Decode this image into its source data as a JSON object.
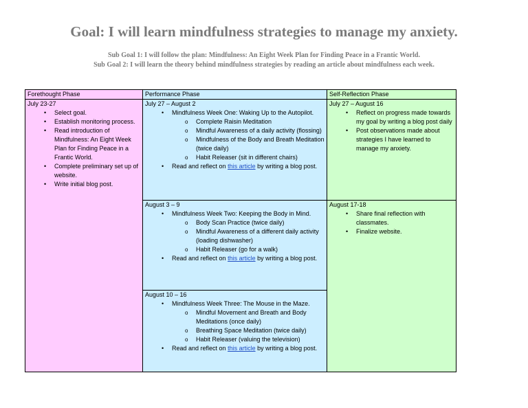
{
  "document": {
    "title": "Goal: I will learn mindfulness strategies to manage my anxiety.",
    "sub_goal_1": "Sub Goal 1: I will follow the plan: Mindfulness: An Eight Week Plan for Finding Peace in a Frantic World.",
    "sub_goal_2": "Sub Goal 2: I will learn the theory behind mindfulness strategies by reading an article about mindfulness each week."
  },
  "table": {
    "headers": {
      "forethought": "Forethought Phase",
      "performance": "Performance Phase",
      "self_reflection": "Self-Reflection Phase"
    },
    "forethought": {
      "date": "July 23-27",
      "items": [
        "Select goal.",
        "Establish monitoring process.",
        "Read introduction of Mindfulness: An Eight Week Plan for Finding Peace in a Frantic World.",
        "Complete preliminary set up of website.",
        "Write initial blog post."
      ]
    },
    "performance": [
      {
        "date": "July 27 – August 2",
        "week": "Mindfulness Week One: Waking Up to the Autopilot.",
        "subitems": [
          "Complete Raisin Meditation",
          "Mindful Awareness of a daily activity (flossing)",
          "Mindfulness of the Body and Breath Meditation (twice daily)",
          "Habit Releaser (sit in different chairs)"
        ],
        "read_prefix": "Read and reflect on ",
        "read_link": "this article",
        "read_suffix": " by writing a blog post."
      },
      {
        "date": "August 3 – 9",
        "week": "Mindfulness Week Two: Keeping the Body in Mind.",
        "subitems": [
          "Body Scan Practice (twice daily)",
          "Mindful Awareness of a different daily activity (loading dishwasher)",
          "Habit Releaser (go for a walk)"
        ],
        "read_prefix": "Read and reflect on ",
        "read_link": "this article",
        "read_suffix": " by writing a blog post."
      },
      {
        "date": "August 10 – 16",
        "week": "Mindfulness Week Three: The Mouse in the Maze.",
        "subitems": [
          "Mindful Movement and Breath and Body Meditations (once daily)",
          "Breathing Space Meditation (twice daily)",
          "Habit Releaser (valuing the television)"
        ],
        "read_prefix": "Read and reflect on ",
        "read_link": "this article",
        "read_suffix": " by writing a blog post."
      }
    ],
    "self_reflection": [
      {
        "date": "July 27 – August 16",
        "items": [
          "Reflect on progress made towards my goal by writing a blog post daily",
          "Post observations made about strategies I have learned to manage my anxiety."
        ]
      },
      {
        "date": "August 17-18",
        "items": [
          "Share final reflection with classmates.",
          "Finalize website."
        ]
      }
    ]
  },
  "colors": {
    "forethought_bg": "#ffccff",
    "performance_bg": "#cceeff",
    "self_reflection_bg": "#cfffcc",
    "heading_gray": "#7a7a7a",
    "link_blue": "#1f4fc4"
  }
}
